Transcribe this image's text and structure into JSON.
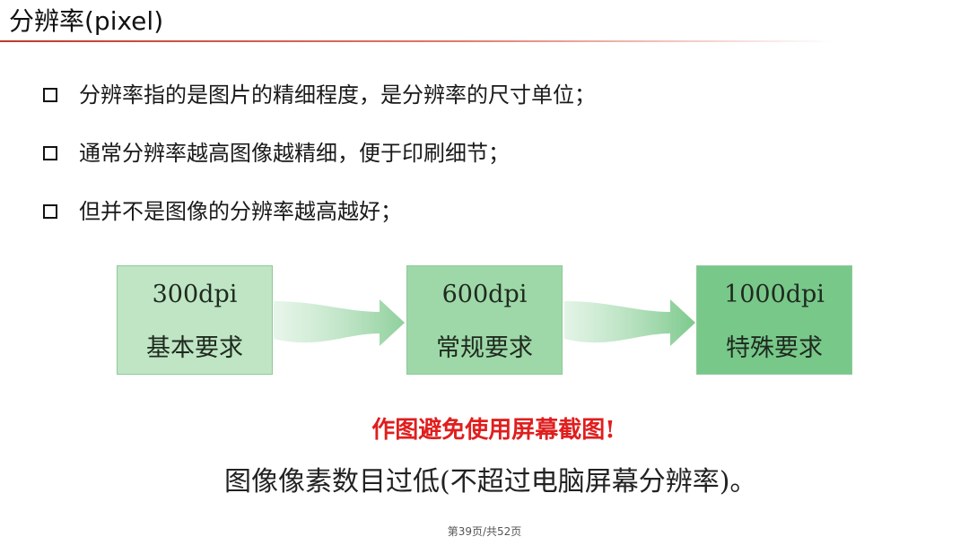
{
  "slide": {
    "title": "分辨率(pixel)",
    "bullets": [
      "分辨率指的是图片的精细程度，是分辨率的尺寸单位；",
      "通常分辨率越高图像越精细，便于印刷细节；",
      "但并不是图像的分辨率越高越好；"
    ],
    "flow": [
      {
        "dpi": "300dpi",
        "label": "基本要求"
      },
      {
        "dpi": "600dpi",
        "label": "常规要求"
      },
      {
        "dpi": "1000dpi",
        "label": "特殊要求"
      }
    ],
    "warning": "作图避免使用屏幕截图!",
    "note": "图像像素数目过低(不超过电脑屏幕分辨率)。",
    "pager": "第39页/共52页"
  },
  "colors": {
    "title_rule": "#c0392b",
    "card_light": "#bfe5c4",
    "card_mid": "#9ed8a8",
    "card_dark": "#78c88a",
    "arrow": "#a9dcb2",
    "warning": "#e01e1e"
  },
  "icons": {
    "bullet": "hollow-square-icon",
    "connector": "right-arrow-icon"
  }
}
